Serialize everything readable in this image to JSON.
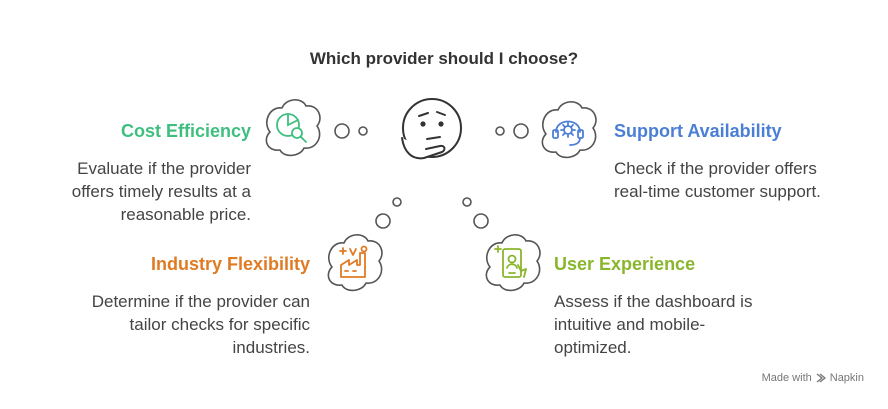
{
  "title": "Which provider should I choose?",
  "colors": {
    "cost": "#3fbf7f",
    "support": "#4b7fd6",
    "industry": "#e07b24",
    "ux": "#8ab62d",
    "outline": "#555555"
  },
  "items": {
    "cost": {
      "heading": "Cost Efficiency",
      "desc": [
        "Evaluate if the provider",
        "offers timely results at a",
        "reasonable price."
      ]
    },
    "support": {
      "heading": "Support Availability",
      "desc": [
        "Check if the provider offers",
        "real-time customer support."
      ]
    },
    "industry": {
      "heading": "Industry Flexibility",
      "desc": [
        "Determine if the provider can",
        "tailor checks for specific",
        "industries."
      ]
    },
    "ux": {
      "heading": "User Experience",
      "desc": [
        "Assess if the dashboard is",
        "intuitive and mobile-",
        "optimized."
      ]
    }
  },
  "footer": {
    "made_with": "Made with",
    "brand": "Napkin"
  }
}
